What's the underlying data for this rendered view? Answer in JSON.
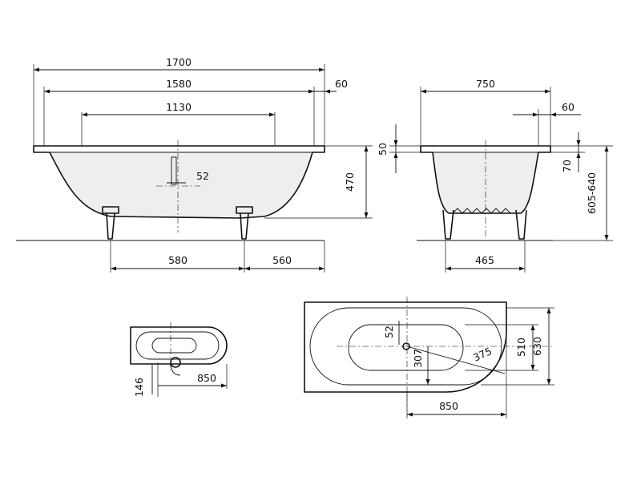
{
  "dimensions": {
    "overall_length": "1700",
    "inner_length": "1580",
    "bottom_length": "1130",
    "rim_offset": "60",
    "drain_offset": "52",
    "height": "470",
    "foot_spacing": "580",
    "foot_to_end": "560",
    "overall_width": "750",
    "side_rim_offset": "60",
    "rim_height": "50",
    "rim_depth": "70",
    "total_height": "605-640",
    "foot_width": "465",
    "small_offset": "146",
    "small_length": "850",
    "plan_drain_offset": "52",
    "plan_radius": "375",
    "plan_drain_pos": "307",
    "plan_inner_width": "510",
    "plan_outer_width": "630",
    "plan_length": "850"
  }
}
